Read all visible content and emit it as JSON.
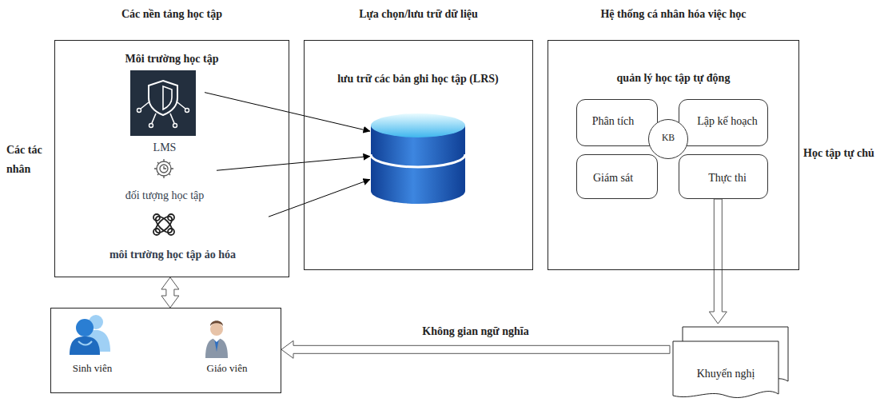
{
  "diagram": {
    "nodes": [
      {
        "text": [
          "Các nền tảng học tập",
          "Môi trường học tập"
        ]
      },
      {
        "text": [
          "LMS"
        ],
        "in": 0
      },
      {
        "text": [
          "đối tượng học tập"
        ],
        "in": 0
      },
      {
        "text": [
          "môi trường học tập ảo hóa"
        ],
        "in": 0
      },
      {
        "text": [
          "Lựa chọn/lưu trữ dữ liệu"
        ]
      },
      {
        "text": [
          "lưu trữ các bản ghi học tập (LRS)"
        ],
        "in": 4
      },
      {
        "text": [
          "Hệ thống cá nhân hóa việc học",
          "quản lý học tập tự động"
        ]
      },
      {
        "text": [
          "Phân tích"
        ],
        "in": 6
      },
      {
        "text": [
          "Lập kế hoạch"
        ],
        "in": 6
      },
      {
        "text": [
          "Giám sát"
        ],
        "in": 6
      },
      {
        "text": [
          "Thực thi"
        ],
        "in": 6
      },
      {
        "text": [
          "KB"
        ],
        "in": 6
      },
      {
        "text": [
          "Khuyến nghị"
        ]
      },
      {
        "text": [
          "Các tác nhân"
        ]
      },
      {
        "text": [
          "Sinh viên"
        ],
        "in": 13
      },
      {
        "text": [
          "Giáo viên"
        ],
        "in": 13
      }
    ],
    "edges": [
      {
        "from": 1,
        "to": 5,
        "arrow": "to"
      },
      {
        "from": 2,
        "to": 5,
        "arrow": "to"
      },
      {
        "from": 3,
        "to": 5,
        "arrow": "to"
      },
      {
        "from": 0,
        "to": 13,
        "arrow": "both"
      },
      {
        "from": 10,
        "to": 12,
        "arrow": "to"
      },
      {
        "from": 12,
        "to": 13,
        "label": "Không gian ngữ nghĩa",
        "arrow": "to"
      }
    ],
    "labels": [
      "Học tập tự chủ"
    ]
  }
}
